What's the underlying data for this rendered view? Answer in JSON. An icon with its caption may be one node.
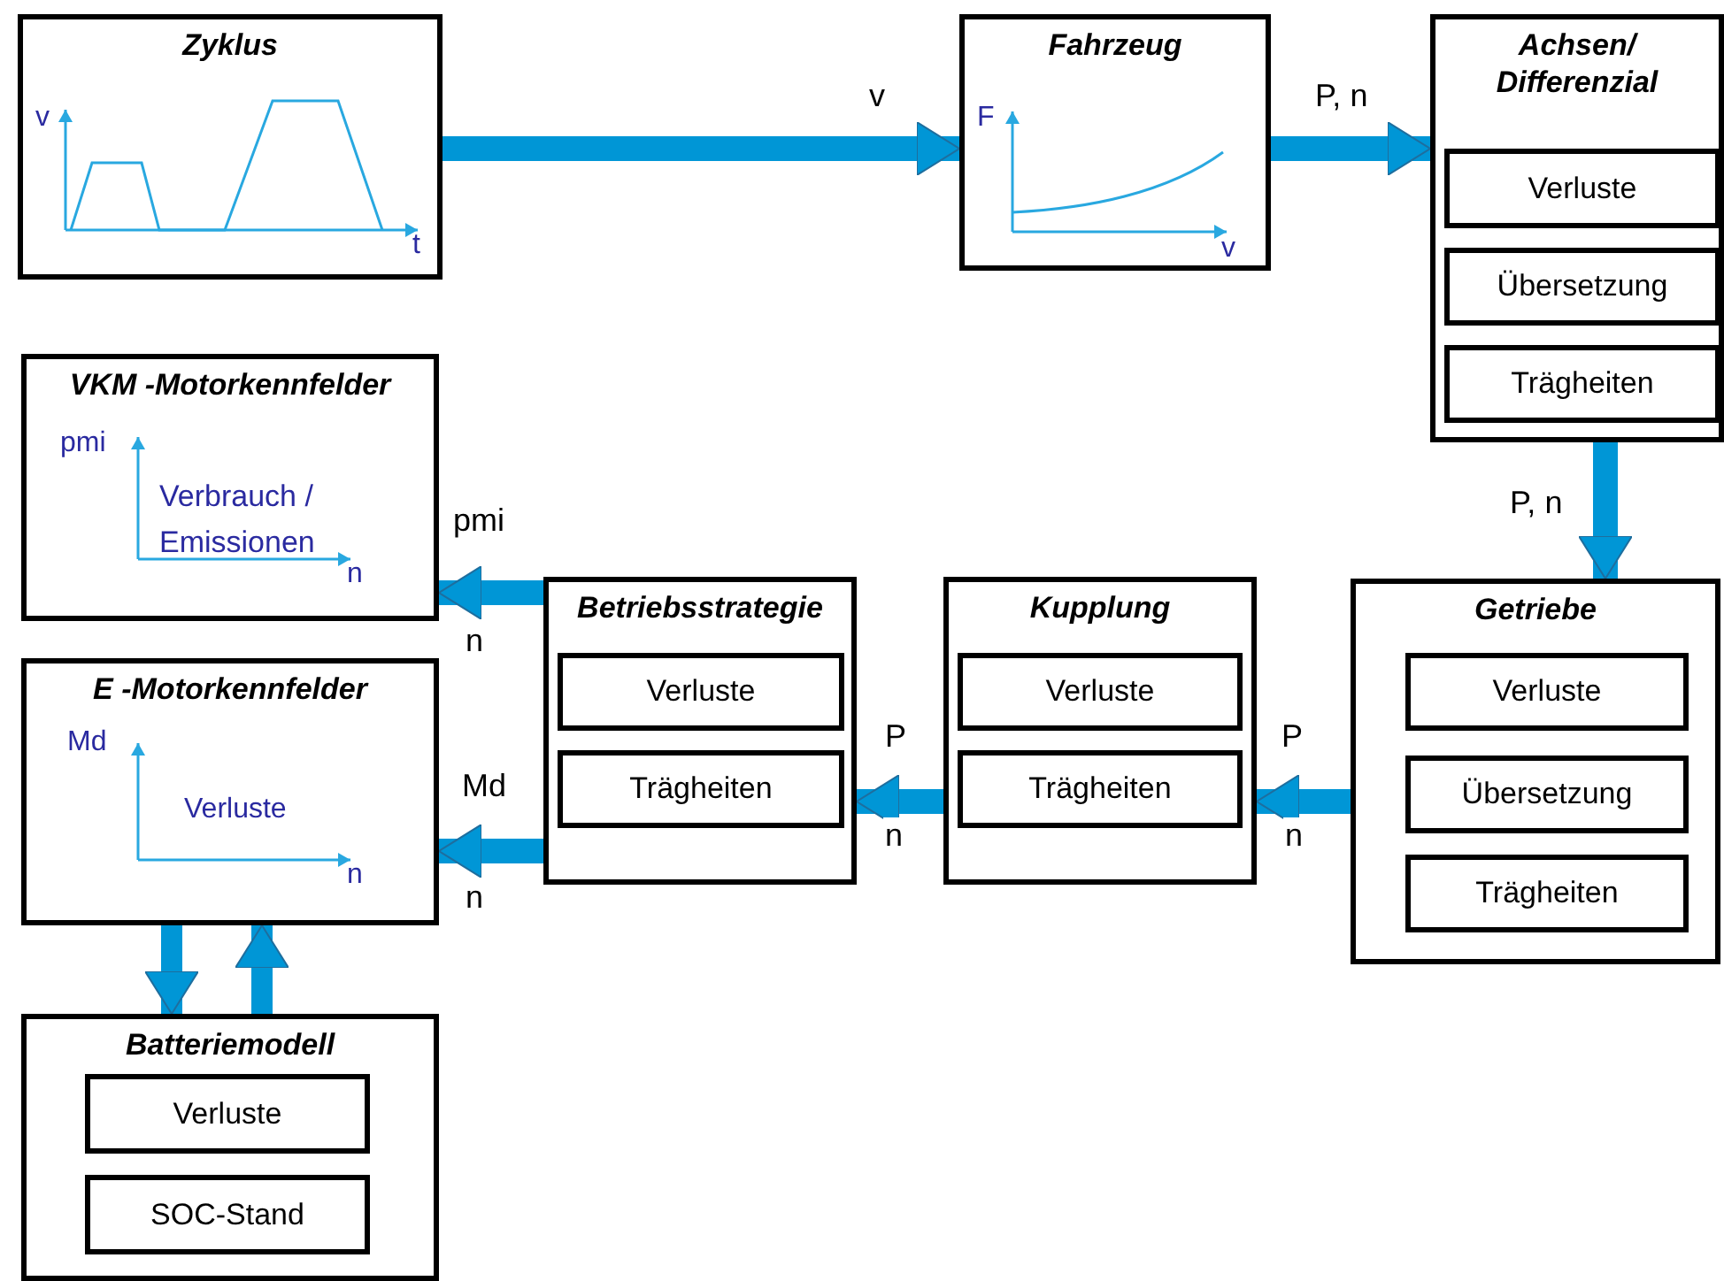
{
  "diagram": {
    "nodes": [
      {
        "text": [
          "Zyklus",
          "v",
          "t"
        ]
      },
      {
        "text": [
          "Fahrzeug",
          "F",
          "v"
        ]
      },
      {
        "text": [
          "Achsen/ Differenzial"
        ]
      },
      {
        "text": [
          "Verluste"
        ],
        "in": 2
      },
      {
        "text": [
          "Übersetzung"
        ],
        "in": 2
      },
      {
        "text": [
          "Trägheiten"
        ],
        "in": 2
      },
      {
        "text": [
          "VKM -Motorkennfelder",
          "pmi",
          "Verbrauch / Emissionen",
          "n"
        ]
      },
      {
        "text": [
          "Betriebsstrategie"
        ]
      },
      {
        "text": [
          "Verluste"
        ],
        "in": 7
      },
      {
        "text": [
          "Trägheiten"
        ],
        "in": 7
      },
      {
        "text": [
          "Kupplung"
        ]
      },
      {
        "text": [
          "Verluste"
        ],
        "in": 10
      },
      {
        "text": [
          "Trägheiten"
        ],
        "in": 10
      },
      {
        "text": [
          "Getriebe"
        ]
      },
      {
        "text": [
          "Verluste"
        ],
        "in": 13
      },
      {
        "text": [
          "Übersetzung"
        ],
        "in": 13
      },
      {
        "text": [
          "Trägheiten"
        ],
        "in": 13
      },
      {
        "text": [
          "E -Motorkennfelder",
          "Md",
          "Verluste",
          "n"
        ]
      },
      {
        "text": [
          "Batteriemodell"
        ]
      },
      {
        "text": [
          "Verluste"
        ],
        "in": 18
      },
      {
        "text": [
          "SOC-Stand"
        ],
        "in": 18
      }
    ],
    "edges": [
      {
        "from": 0,
        "to": 1,
        "arrow": "to",
        "label": "v"
      },
      {
        "from": 1,
        "to": 2,
        "arrow": "to",
        "label": "P, n"
      },
      {
        "from": 2,
        "to": 13,
        "arrow": "to",
        "label": "P, n"
      },
      {
        "from": 13,
        "to": 10,
        "arrow": "to",
        "label": "P"
      },
      {
        "from": 10,
        "to": 7,
        "arrow": "to",
        "label": "P"
      },
      {
        "from": 7,
        "to": 6,
        "arrow": "to",
        "label": "pmi"
      },
      {
        "from": 7,
        "to": 17,
        "arrow": "to",
        "label": "Md"
      },
      {
        "from": 17,
        "to": 18,
        "arrow": "to"
      },
      {
        "from": 18,
        "to": 17,
        "arrow": "to"
      }
    ],
    "labels": [
      "n",
      "n",
      "n",
      "n"
    ]
  }
}
